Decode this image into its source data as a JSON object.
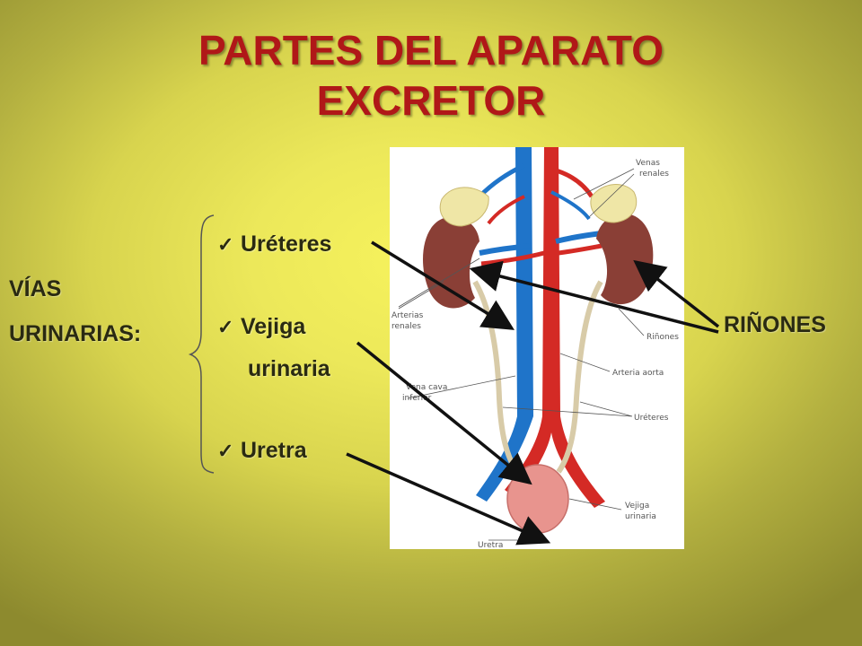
{
  "title": [
    "PARTES DEL APARATO",
    "EXCRETOR"
  ],
  "group_label": [
    "VÍAS",
    "URINARIAS:"
  ],
  "items": [
    {
      "text": "Uréteres"
    },
    {
      "text": "Vejiga",
      "text2": "urinaria"
    },
    {
      "text": "Uretra"
    }
  ],
  "right_label": "RIÑONES",
  "diagram_callouts": {
    "venas_renales": [
      "Venas",
      "renales"
    ],
    "arterias_renales": [
      "Arterias",
      "renales"
    ],
    "rinones": "Riñones",
    "arteria_aorta": "Arteria aorta",
    "vena_cava": [
      "Vena cava",
      "inferior"
    ],
    "ureteres": "Uréteres",
    "vejiga": [
      "Vejiga",
      "urinaria"
    ],
    "uretra": "Uretra"
  },
  "colors": {
    "title": "#b01818",
    "text": "#2a2a12",
    "artery": "#d42a25",
    "vein": "#1f74c9",
    "kidney": "#8a3f36",
    "adrenal": "#efe6a6",
    "bladder": "#e8948e"
  },
  "icons": {
    "check": "✓"
  }
}
